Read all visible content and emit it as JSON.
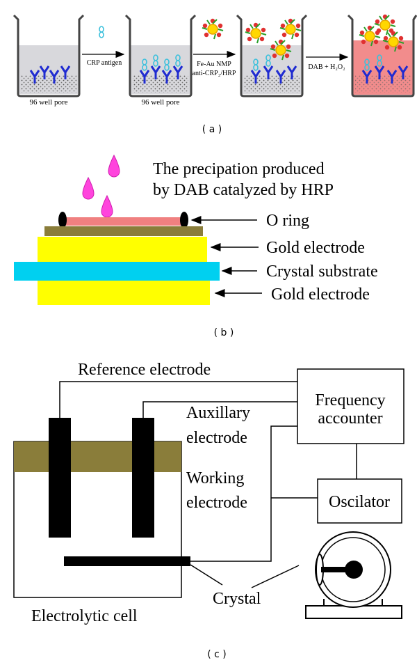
{
  "panel_a": {
    "label": "( a )",
    "beaker1_caption": "96 well pore",
    "arrow1_label": "CRP antigen",
    "beaker2_caption": "96 well pore",
    "arrow2_label_line1": "Fe-Au NMP",
    "arrow2_label_line2": "anti-CRP₂/HRP",
    "arrow3_label": "DAB + H₂O₂"
  },
  "panel_b": {
    "label": "( b )",
    "title_line1": "The precipation produced",
    "title_line2": "by DAB catalyzed by HRP",
    "layers": [
      {
        "label": "O ring"
      },
      {
        "label": "Gold electrode"
      },
      {
        "label": "Crystal substrate"
      },
      {
        "label": "Gold electrode"
      }
    ]
  },
  "panel_c": {
    "label": "( c )",
    "reference_electrode": "Reference electrode",
    "auxiliary_line1": "Auxillary",
    "auxiliary_line2": "electrode",
    "working_line1": "Working",
    "working_line2": "electrode",
    "frequency_line1": "Frequency",
    "frequency_line2": "accounter",
    "oscillator": "Oscilator",
    "crystal": "Crystal",
    "electrolytic_cell": "Electrolytic cell"
  },
  "colors": {
    "antibody": "#1f2bd1",
    "antigen": "#5fd0e6",
    "liquid": "#d8d8dc",
    "substrate_pink": "#f28c8c",
    "gold": "#ffff00",
    "crystal_cyan": "#00d0f0",
    "olive": "#8a7d3a",
    "drop_pink": "#ff44dd",
    "oring_bar": "#f08080"
  }
}
